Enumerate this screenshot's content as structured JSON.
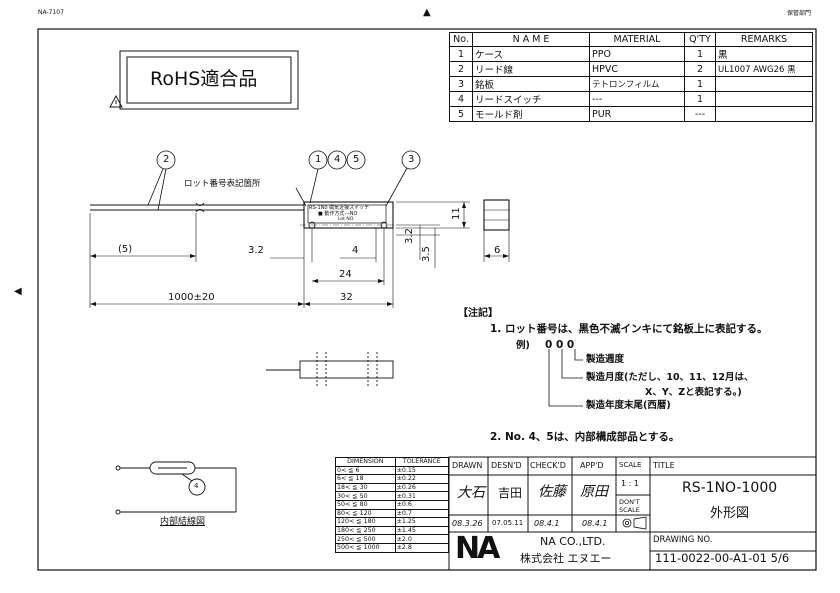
{
  "header": {
    "doc_code": "NA-7107",
    "top_marker": "▲",
    "dept": "保管部門",
    "side_marker": "◀"
  },
  "rohs": {
    "label": "RoHS適合品",
    "warn_icon": "warning-triangle-icon"
  },
  "parts_table": {
    "headers": [
      "No.",
      "N A M E",
      "MATERIAL",
      "Q'TY",
      "REMARKS"
    ],
    "rows": [
      [
        "1",
        "ケース",
        "PPO",
        "1",
        "黒"
      ],
      [
        "2",
        "リード線",
        "HPVC",
        "2",
        "UL1007 AWG26 黒"
      ],
      [
        "3",
        "銘板",
        "テトロンフィルム",
        "1",
        ""
      ],
      [
        "4",
        "リードスイッチ",
        "---",
        "1",
        ""
      ],
      [
        "5",
        "モールド剤",
        "PUR",
        "---",
        ""
      ]
    ]
  },
  "drawing": {
    "balloons": [
      "2",
      "1",
      "4",
      "5",
      "3",
      "4"
    ],
    "lot_label": "ロット番号表記箇所",
    "dims": {
      "d5": "(5)",
      "d32a": "3.2",
      "d4": "4",
      "d32b": "3.2",
      "d35": "3.5",
      "d11": "11",
      "d6": "6",
      "d24": "24",
      "d1000": "1000±20",
      "d32": "32"
    },
    "plate_lines": [
      "RS-1N0  磁気近接スイッチ",
      "■ 動作方式---NO",
      "Lot NO."
    ],
    "circuit_caption": "内部結線図"
  },
  "notes": {
    "heading": "【注記】",
    "n1": "1. ロット番号は、黒色不滅インキにて銘板上に表記する。",
    "example_label": "例)",
    "example_digits": "0 0 0",
    "week": "製造週度",
    "month": "製造月度(ただし、10、11、12月は、",
    "month2": "X、Y、Zと表記する。)",
    "year": "製造年度末尾(西暦)",
    "n2": "2. No. 4、5は、内部構成部品とする。"
  },
  "tolerance_table": {
    "headers": [
      "DIMENSION",
      "TOLERANCE"
    ],
    "rows": [
      [
        "0<  ≦  6",
        "±0.15"
      ],
      [
        "6<  ≦  18",
        "±0.22"
      ],
      [
        "18<  ≦  30",
        "±0.26"
      ],
      [
        "30<  ≦  50",
        "±0.31"
      ],
      [
        "50<  ≦  80",
        "±0.6"
      ],
      [
        "80<  ≦  120",
        "±0.7"
      ],
      [
        "120<  ≦  180",
        "±1.25"
      ],
      [
        "180<  ≦  250",
        "±1.45"
      ],
      [
        "250<  ≦  500",
        "±2.0"
      ],
      [
        "500<  ≦ 1000",
        "±2.8"
      ]
    ]
  },
  "title_block": {
    "drawn_h": "DRAWN",
    "desnd_h": "DESN'D",
    "checkd_h": "CHECK'D",
    "appd_h": "APP'D",
    "scale_h": "SCALE",
    "title_h": "TITLE",
    "drawn_sig": "大石",
    "desnd_sig": "吉田",
    "check_sig": "佐藤",
    "app_sig": "原田",
    "scale_val": "1 : 1",
    "dont_scale": "DON'T SCALE",
    "date1": "08.3.26",
    "date2": "07.05.11",
    "date3": "08.4.1",
    "date4": "08.4.1",
    "title1": "RS-1NO-1000",
    "title2": "外形図",
    "company_logo": "NA",
    "company_en": "NA CO.,LTD.",
    "company_jp": "株式会社 エヌエー",
    "drawing_no_h": "DRAWING NO.",
    "drawing_no": "111-0022-00-A1-01 5/6"
  }
}
